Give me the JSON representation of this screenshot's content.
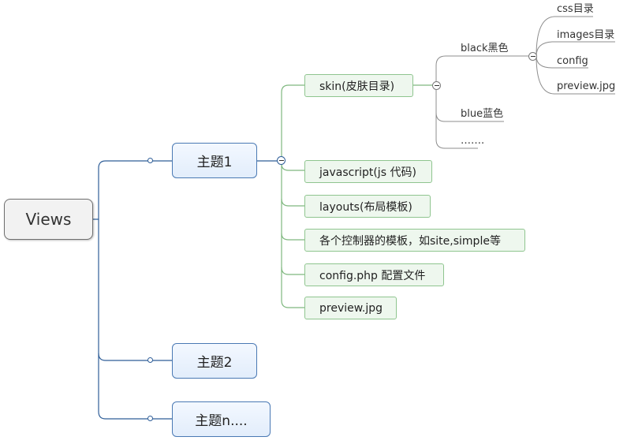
{
  "root": {
    "label": "Views"
  },
  "topics": [
    {
      "label": "主题1"
    },
    {
      "label": "主题2"
    },
    {
      "label": "主题n...."
    }
  ],
  "subtopics": [
    {
      "label": "skin(皮肤目录)"
    },
    {
      "label": "javascript(js 代码)"
    },
    {
      "label": "layouts(布局模板)"
    },
    {
      "label": "各个控制器的模板，如site,simple等"
    },
    {
      "label": "config.php 配置文件"
    },
    {
      "label": "preview.jpg"
    }
  ],
  "skin_children": [
    {
      "label": "black黑色"
    },
    {
      "label": "blue蓝色"
    },
    {
      "label": "……."
    }
  ],
  "black_children": [
    {
      "label": "css目录"
    },
    {
      "label": "images目录"
    },
    {
      "label": "config"
    },
    {
      "label": "preview.jpg"
    }
  ],
  "colors": {
    "root_border": "#6f6f6f",
    "topic_border": "#4a79b4",
    "topic_link": "#2f5e98",
    "subtopic_border": "#8fc58f",
    "subtopic_fill": "#eef7ee",
    "leaf_line": "#8c8c8c"
  },
  "icons": {
    "collapse": "minus-circle-icon",
    "connector": "connector-dot-icon"
  }
}
